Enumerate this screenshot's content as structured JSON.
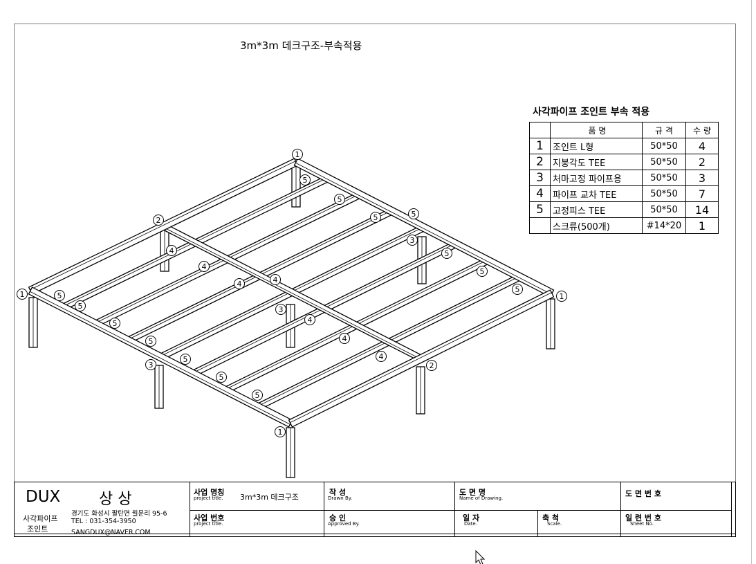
{
  "drawing": {
    "title": "3m*3m 데크구조-부속적용",
    "callout_labels": [
      "1",
      "2",
      "3",
      "4",
      "5"
    ]
  },
  "parts_table": {
    "title": "사각파이프 조인트 부속 적용",
    "headers": {
      "name": "품 명",
      "spec": "규 격",
      "qty": "수 량"
    },
    "rows": [
      {
        "no": "1",
        "name": "조인트 L형",
        "spec": "50*50",
        "qty": "4"
      },
      {
        "no": "2",
        "name": "지붕각도 TEE",
        "spec": "50*50",
        "qty": "2"
      },
      {
        "no": "3",
        "name": "처마고정 파이프용",
        "spec": "50*50",
        "qty": "3"
      },
      {
        "no": "4",
        "name": "파이프 교차 TEE",
        "spec": "50*50",
        "qty": "7"
      },
      {
        "no": "5",
        "name": "고정피스 TEE",
        "spec": "50*50",
        "qty": "14"
      },
      {
        "no": "",
        "name": "스크류(500개)",
        "spec": "#14*20",
        "qty": "1"
      }
    ]
  },
  "title_block": {
    "brand": "DUX",
    "company": "상 상",
    "product_line_1": "사각파이프",
    "product_line_2": "조인트",
    "address": "경기도 화성시 팔탄면 월문리 95-6",
    "tel": "TEL : 031-354-3950",
    "email": "SANGDUX@NAVER.COM",
    "project_title_ko": "사업 명칭",
    "project_title_en": "project title.",
    "project_title_value": "3m*3m 데크구조",
    "project_no_ko": "사업 번호",
    "project_no_en": "project title.",
    "drawn_ko": "작 성",
    "drawn_en": "Drawn By.",
    "approved_ko": "승 인",
    "approved_en": "Approved By.",
    "drawing_name_ko": "도 면 명",
    "drawing_name_en": "Name of Drawing.",
    "date_ko": "일 자",
    "date_en": "Date.",
    "scale_ko": "축 척",
    "scale_en": "Scale.",
    "drawing_no_ko": "도 면 번 호",
    "sheet_no_ko": "일 련 번 호",
    "sheet_no_en": "Sheet No."
  }
}
